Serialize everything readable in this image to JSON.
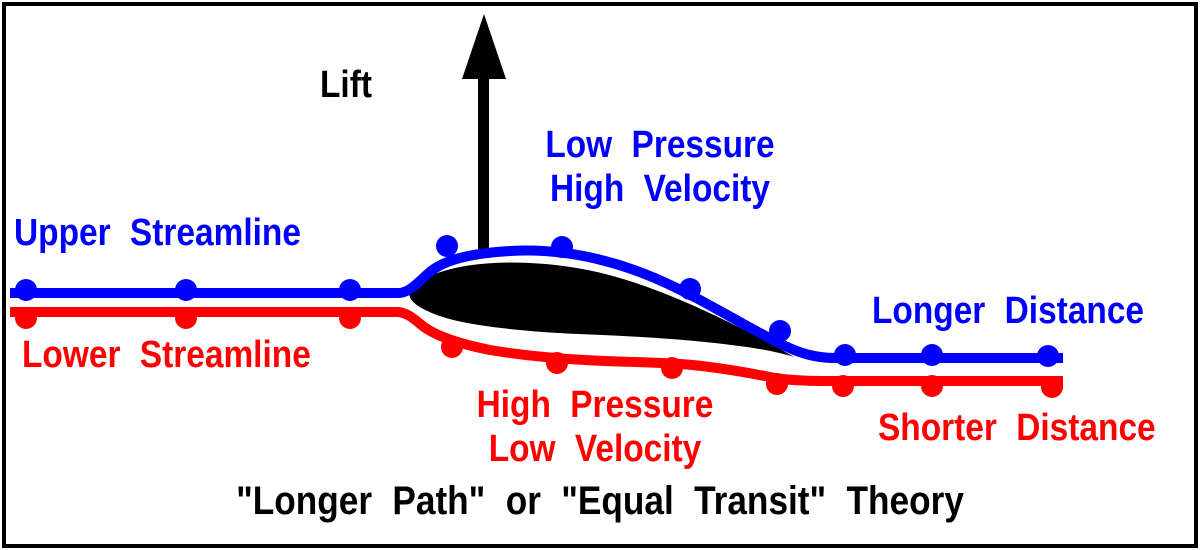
{
  "colors": {
    "blue": "#0000FF",
    "red": "#FF0000",
    "black": "#000000",
    "background": "#FFFFFF"
  },
  "labels": {
    "lift": "Lift",
    "upper_annotation": [
      "Low Pressure",
      "High Velocity"
    ],
    "upper_streamline": "Upper Streamline",
    "lower_streamline": "Lower Streamline",
    "lower_annotation": [
      "High Pressure",
      "Low Velocity"
    ],
    "longer_distance": "Longer Distance",
    "shorter_distance": "Shorter Distance",
    "caption": "\"Longer Path\" or \"Equal Transit\" Theory"
  }
}
